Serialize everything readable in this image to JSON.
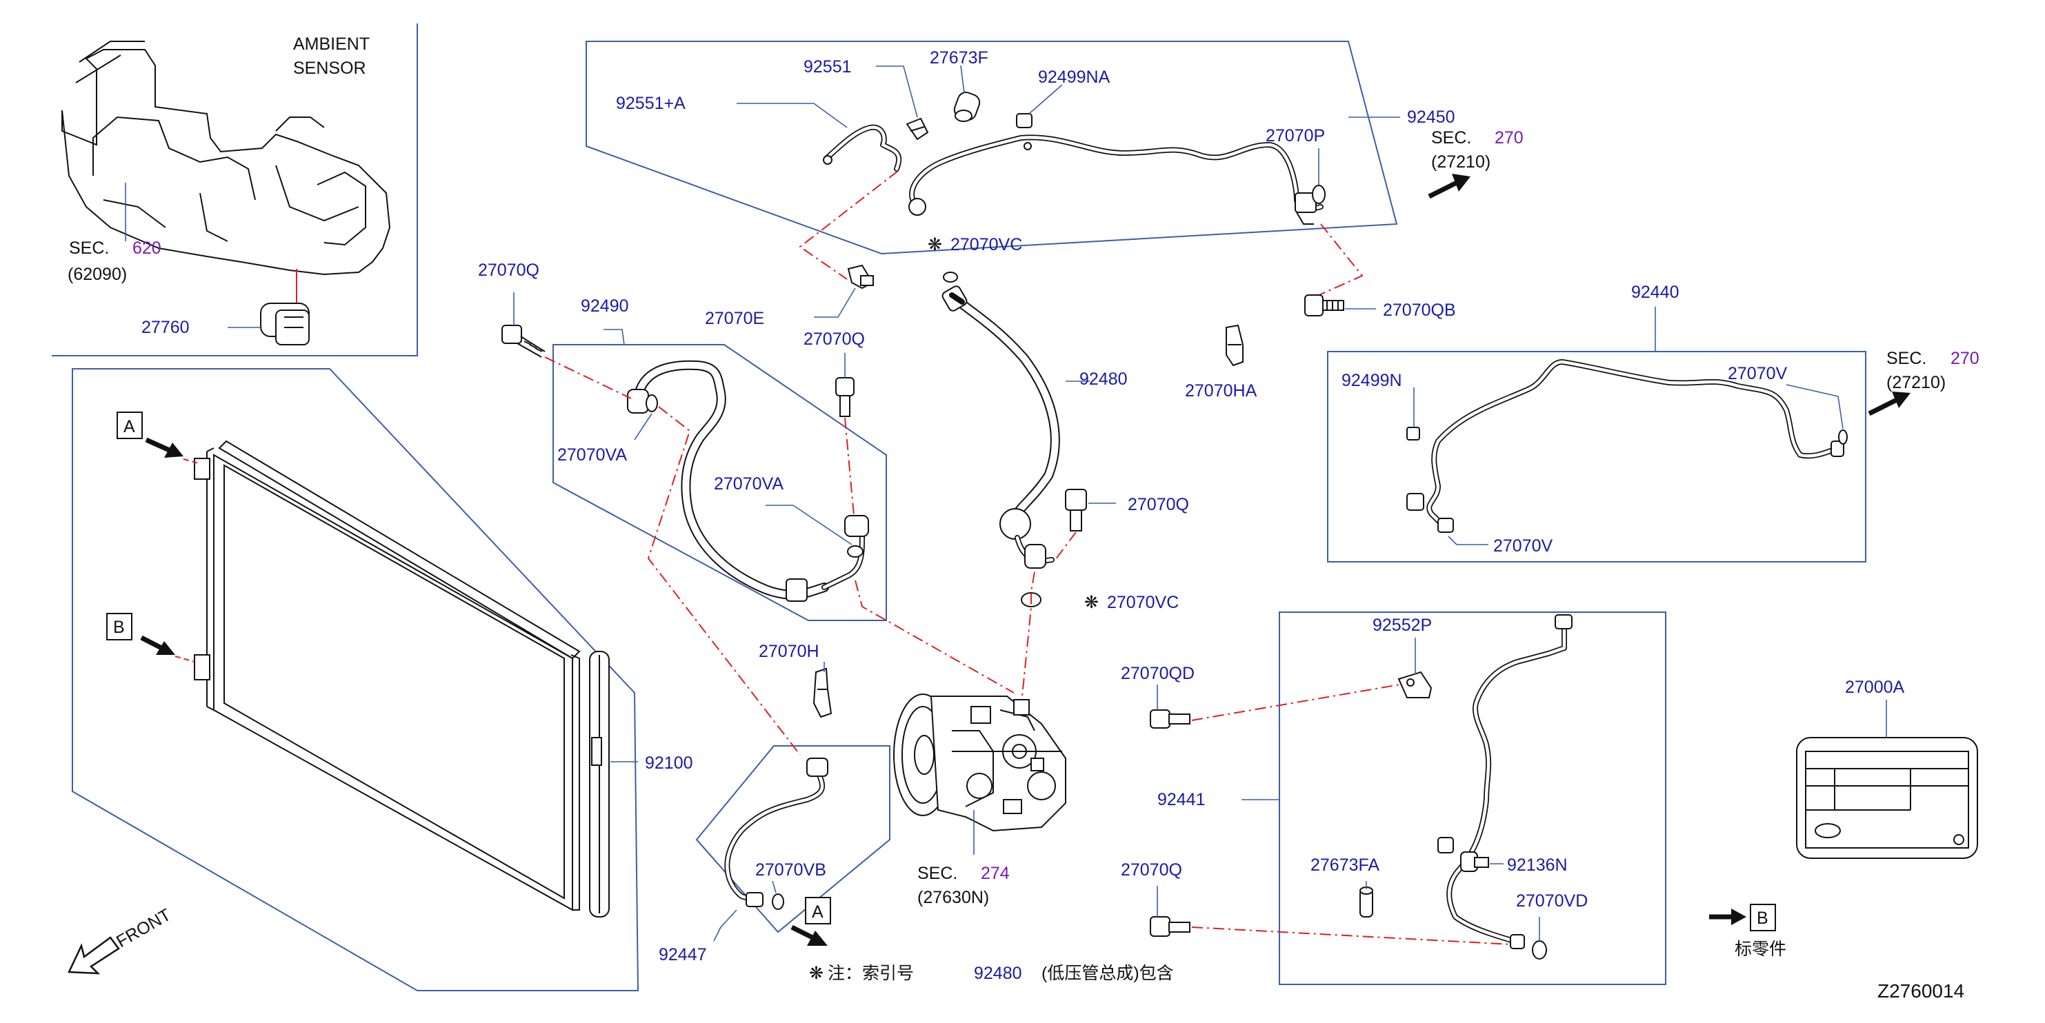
{
  "parts": {
    "p27760": "27760",
    "p92551A": "92551+A",
    "p92551": "92551",
    "p27673F": "27673F",
    "p92499NA": "92499NA",
    "p92450": "92450",
    "p27070P": "27070P",
    "p27070VC_top": "27070VC",
    "p27070E": "27070E",
    "p27070QB": "27070QB",
    "p27070Q_a": "27070Q",
    "p92490": "92490",
    "p27070VA_a": "27070VA",
    "p27070Q_b": "27070Q",
    "p27070VA_b": "27070VA",
    "p92480": "92480",
    "p27070HA": "27070HA",
    "p27070Q_c": "27070Q",
    "p27070VC_bot": "27070VC",
    "p92440": "92440",
    "p92499N": "92499N",
    "p27070V_a": "27070V",
    "p27070V_b": "27070V",
    "p27070H": "27070H",
    "p92100": "92100",
    "p27070VB": "27070VB",
    "p92447": "92447",
    "p27070QD": "27070QD",
    "p92552P": "92552P",
    "p92441": "92441",
    "p27673FA": "27673FA",
    "p92136N": "92136N",
    "p27070Q_d": "27070Q",
    "p27070VD": "27070VD",
    "p27000A": "27000A"
  },
  "sections": {
    "sec620": {
      "prefix": "SEC.",
      "num": "620",
      "ref": "(62090)"
    },
    "sec270_top": {
      "prefix": "SEC.",
      "num": "270",
      "ref": "(27210)"
    },
    "sec270_mid": {
      "prefix": "SEC.",
      "num": "270",
      "ref": "(27210)"
    },
    "sec274": {
      "prefix": "SEC.",
      "num": "274",
      "ref": "(27630N)"
    }
  },
  "texts": {
    "ambient_line1": "AMBIENT",
    "ambient_line2": "SENSOR",
    "marker_a": "A",
    "marker_b": "B",
    "front": "FRONT",
    "note_prefix": "注：索引号",
    "note_part": "92480",
    "note_suffix": "(低压管总成)包含",
    "std_part": "标零件",
    "diagram_id": "Z2760014"
  },
  "colors": {
    "part_number": "#1a1aa8",
    "section_number": "#7a1ab0",
    "leader": "#3a5fa8",
    "phantom_line": "#e02020"
  }
}
